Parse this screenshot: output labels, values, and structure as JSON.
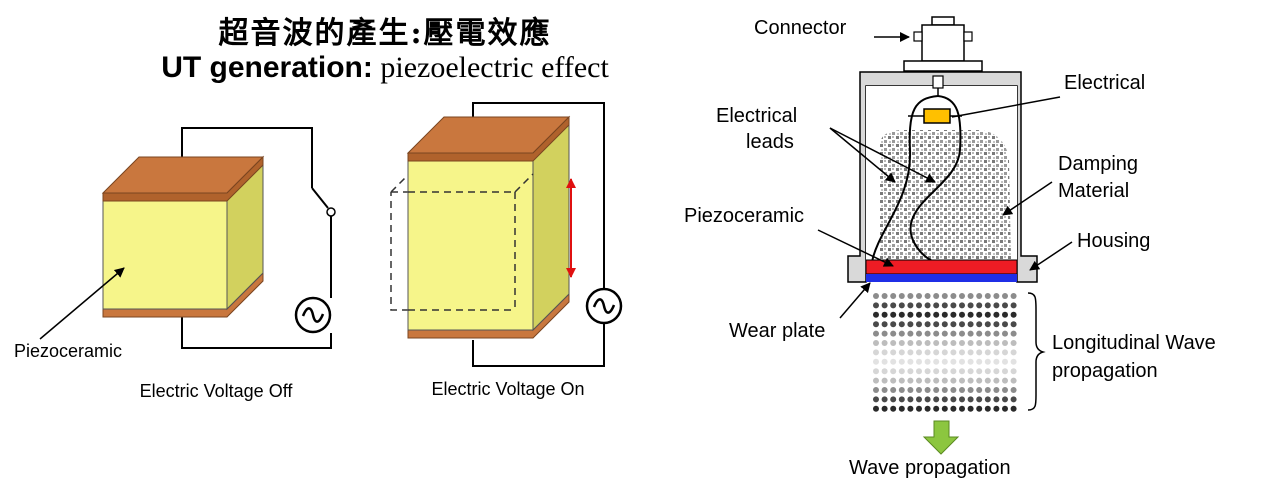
{
  "title": {
    "line1": "超音波的產生:壓電效應",
    "line2_bold": "UT generation:",
    "line2_rest": " piezoelectric effect"
  },
  "left_diagram": {
    "piezo_label": "Piezoceramic",
    "caption_off": "Electric Voltage Off",
    "caption_on": "Electric Voltage On"
  },
  "transducer": {
    "labels": {
      "connector": "Connector",
      "electrical": "Electrical",
      "electrical_leads_1": "Electrical",
      "electrical_leads_2": "leads",
      "damping_1": "Damping",
      "damping_2": "Material",
      "piezoceramic": "Piezoceramic",
      "housing": "Housing",
      "wear_plate": "Wear plate",
      "longitudinal_1": "Longitudinal Wave",
      "longitudinal_2": "propagation",
      "wave_propagation": "Wave propagation"
    }
  },
  "colors": {
    "electrode": "#c9773e",
    "piezo_front": "#f6f58a",
    "piezo_side": "#d2d15e",
    "piezo_element": "#ee1c24",
    "wear_plate": "#1f2ee6",
    "arrow_green": "#8cc63f",
    "housing": "#d9d9d9"
  }
}
